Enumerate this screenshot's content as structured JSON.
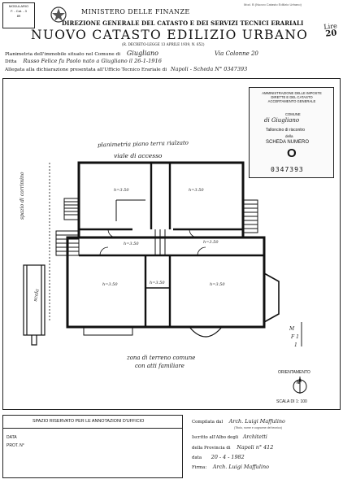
{
  "header": {
    "modulario_lines": [
      "MODULARIO",
      "F. - Cat. - 3",
      "89"
    ],
    "ministry": "MINISTERO DELLE FINANZE",
    "directorate": "DIREZIONE GENERALE DEL CATASTO E DEI SERVIZI TECNICI ERARIALI",
    "title": "NUOVO CATASTO EDILIZIO URBANO",
    "decree": "(R. DECRETO-LEGGE 13 APRILE 1939, N. 652)",
    "top_right_small": "Mod. B (Nuovo Catasto Edilizio Urbano)",
    "lire_label": "Lire",
    "lire_value": "20"
  },
  "form": {
    "line1_label": "Planimetria dell'immobile situato nel Comune di",
    "line1_value": "Giugliano",
    "line1_via_value": "Via Colonne 20",
    "line2_label": "Ditta",
    "line2_value": "Russo Felice fu Paolo nato a Giugliano il 26-1-1916",
    "line3_label": "Allegata alla dichiarazione presentata all'Ufficio Tecnico Erariale di",
    "line3_value": "Napoli - Scheda N° 0347393"
  },
  "stamp": {
    "header_lines": [
      "AMMINISTRAZIONE DELLE IMPOSTE",
      "DIRETTE E DEL CATASTO",
      "ACCERTAMENTO GENERALE"
    ],
    "comune_label": "COMUNE",
    "comune_value": "di Giugliano",
    "talloncino": "Talloncino di riscontro",
    "della_label": "della",
    "scheda_label": "SCHEDA NUMERO",
    "scheda_value": "O",
    "number": "0347393"
  },
  "plan": {
    "title": "planimetria piano terra rialzato",
    "viale": "viale di accesso",
    "spazio_left": "spazio di corrimino",
    "scala": "scala",
    "bottom_text_1": "zona di terreno comune",
    "bottom_text_2": "con atti familiare",
    "rooms": [
      "h=3.50",
      "h=3.50",
      "h=3.50",
      "h=3.50",
      "h=3.50",
      "h=3.50",
      "h=3.50"
    ],
    "right_marks": [
      "M",
      "F 1",
      "1"
    ]
  },
  "orientation": {
    "label": "ORIENTAMENTO",
    "north": "N",
    "scale": "SCALA DI 1: 100"
  },
  "footer": {
    "reserved_title": "SPAZIO RISERVATO PER LE ANNOTAZIONI D'UFFICIO",
    "data_label": "DATA",
    "prot_label": "PROT. N°",
    "compilata_label": "Compilata dal",
    "compilata_value": "Arch. Luigi Maffulino",
    "compilata_sub": "(Titolo, nome e cognome del tecnico)",
    "iscritto_label": "Iscritto all'Albo degli",
    "iscritto_value": "Architetti",
    "provincia_label": "della Provincia di",
    "provincia_value": "Napoli n° 412",
    "data2_label": "data",
    "data2_value": "20 - 4 - 1982",
    "firma_label": "Firma:",
    "firma_value": "Arch. Luigi Maffulino"
  }
}
